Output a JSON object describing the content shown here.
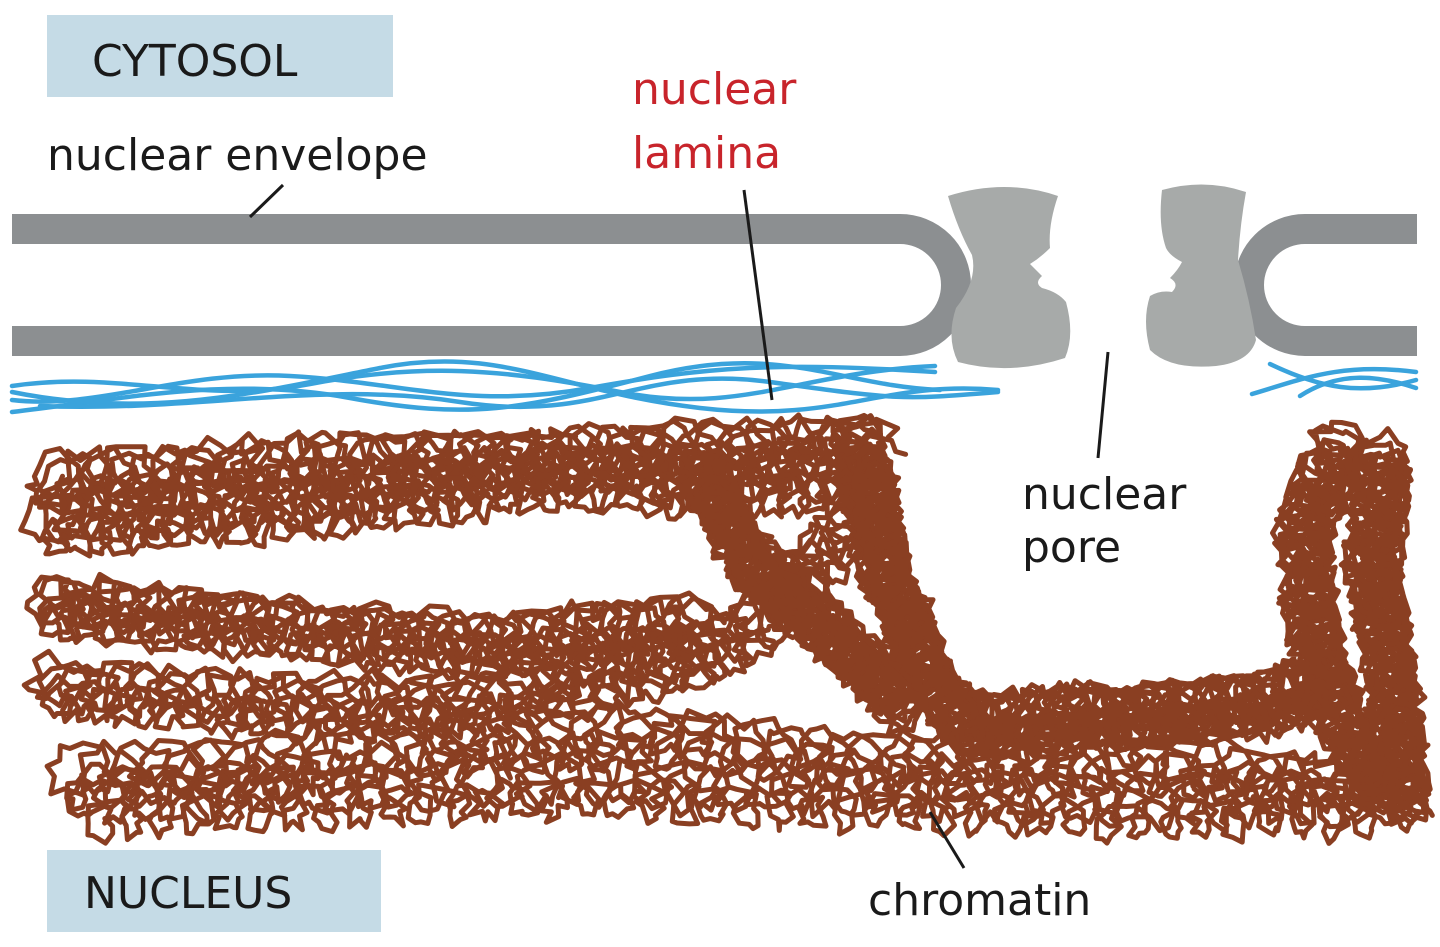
{
  "regions": {
    "top": "CYTOSOL",
    "bottom": "NUCLEUS"
  },
  "labels": {
    "envelope": "nuclear envelope",
    "lamina_line1": "nuclear",
    "lamina_line2": "lamina",
    "pore_line1": "nuclear",
    "pore_line2": "pore",
    "chromatin": "chromatin"
  },
  "colors": {
    "region_box": "#c5dbe6",
    "membrane": "#8c8f91",
    "pore_complex": "#a7aaa9",
    "lamina": "#3aa3dc",
    "chromatin": "#8a3f22",
    "lamina_label": "#c8242b"
  }
}
